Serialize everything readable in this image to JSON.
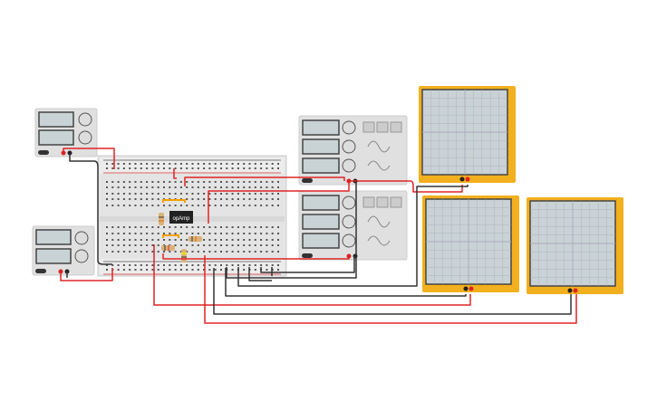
{
  "canvas": {
    "background": "#ffffff"
  },
  "colors": {
    "wire_red": "#e02424",
    "wire_black": "#333333",
    "scope_frame": "#f2b01e",
    "screen": "#c9d3d6",
    "device": "#e0e0e0"
  },
  "breadboard": {
    "chip_label": "opAmp"
  },
  "power_supplies": [
    {
      "id": "ps1"
    },
    {
      "id": "ps2"
    }
  ],
  "function_generators": [
    {
      "id": "fg1"
    },
    {
      "id": "fg2"
    }
  ],
  "oscilloscopes": [
    {
      "id": "osc1"
    },
    {
      "id": "osc2"
    },
    {
      "id": "osc3"
    }
  ]
}
